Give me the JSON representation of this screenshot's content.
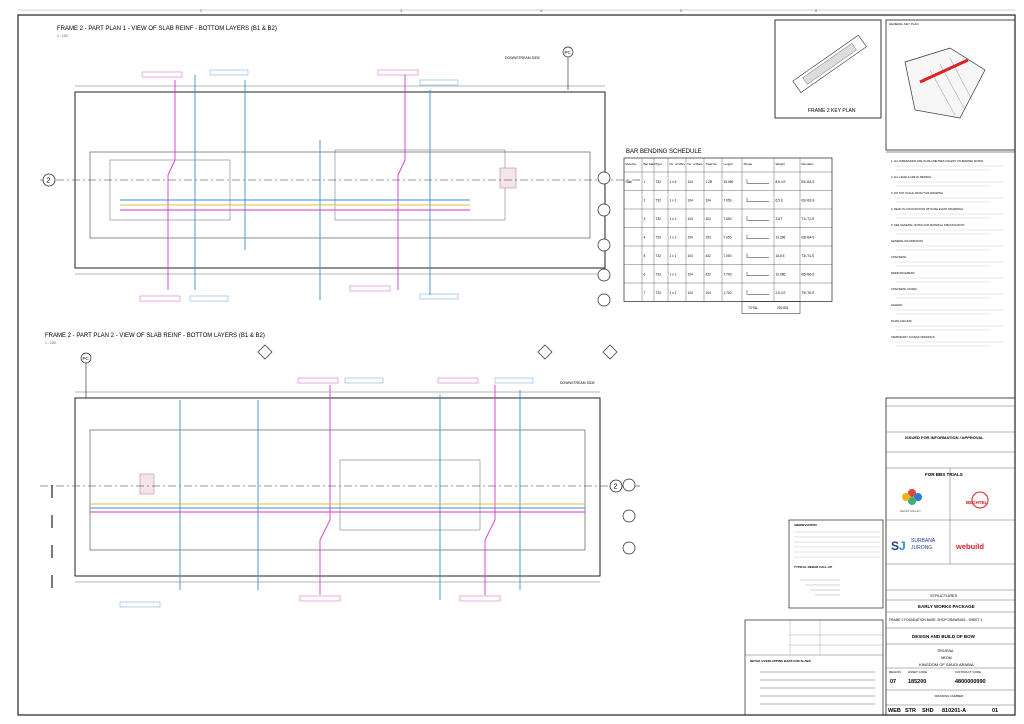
{
  "plan1": {
    "title": "FRAME 2 - PART PLAN 1 - VIEW OF SLAB REINF - BOTTOM LAYERS (B1 & B2)",
    "scale": "1 : 100",
    "downstream_note": "DOWNSTREAM SIDE",
    "grid_label": "2",
    "marker_label": "PC"
  },
  "plan2": {
    "title": "FRAME 2 - PART PLAN 2 - VIEW OF SLAB REINF - BOTTOM LAYERS (B1 & B2)",
    "scale": "1 : 100",
    "downstream_note": "DOWNSTREAM SIDE",
    "grid_label": "2",
    "marker_label": "PC"
  },
  "key_plan": {
    "title": "FRAME 2 KEY PLAN"
  },
  "general_key_plan": {
    "title": "GENERAL KEY PLAN"
  },
  "schedule": {
    "title": "BAR BENDING SCHEDULE",
    "headers": [
      "Member",
      "Bar Mark",
      "Type",
      "No. of Mbrs",
      "No. of Bars",
      "Total No.",
      "Length",
      "Shape",
      "Weight",
      "Remarks"
    ],
    "rows": [
      [
        "Slab",
        "1",
        "T32",
        "1 x 5",
        "104",
        "1.2B",
        "15.050",
        "",
        "8,5.4 E",
        "B1/-B2-S"
      ],
      [
        "",
        "2",
        "T32",
        "1 x 1",
        "104",
        "104",
        "7.050",
        "",
        "6,5 E",
        "B1/-B2-S"
      ],
      [
        "",
        "3",
        "T32",
        "1 x 1",
        "104",
        "203",
        "7.050",
        "",
        "3.8 T",
        "T1/-T2-S"
      ],
      [
        "",
        "4",
        "T32",
        "1 x 1",
        "194",
        "193",
        "7.050",
        "",
        "10,396",
        "B3/-B4-S"
      ],
      [
        "",
        "5",
        "T32",
        "1 x 1",
        "104",
        "432",
        "7.050",
        "",
        "16,8 E",
        "T3/-T4-S"
      ],
      [
        "",
        "6",
        "T32",
        "1 x 1",
        "104",
        "432",
        "7.700",
        "",
        "10,086",
        "B5/-B6-S"
      ],
      [
        "",
        "7",
        "T32",
        "1 x 1",
        "104",
        "104",
        "1.700",
        "",
        "2,5.4 E",
        "T5/-T6-S"
      ]
    ],
    "total_label": "TOTAL",
    "total_value": "220,831"
  },
  "notes": {
    "lines": [
      "1. ALL DIMENSIONS ARE IN MILLIMETRES UNLESS OTHERWISE NOTED.",
      "2. ALL LEVELS ARE IN METRES.",
      "3. DO NOT SCALE FROM THIS DRAWING.",
      "4. READ IN CONJUNCTION WITH RELEVANT DRAWINGS.",
      "5. SEE GENERAL NOTES FOR MATERIAL SPECIFICATION.",
      "GENERAL INFORMATION",
      "CONCRETE:",
      "REINFORCEMENT:",
      "CONCRETE COVER:",
      "LEGEND:",
      "PLATE ANCHOR",
      "TEMPORARY ACCESS OPENINGS"
    ]
  },
  "title_block": {
    "issued": "ISSUED FOR INFORMATION / APPROVAL",
    "purpose": "FOR BBS TRIALS",
    "client_logo_text": "NEOM VALLEY",
    "pmc_logo": "BECHTEL",
    "consultant_logo_a": "SURBANA",
    "consultant_logo_b": "JURONG",
    "contractor_logo": "webuild",
    "discipline": "STRUCTURES",
    "package": "EARLY WORKS PACKAGE",
    "drawing_title": "FRAME 2 FOUNDATION BASE: SHOP DRAWINGS - SHEET 1",
    "project": "DESIGN AND BUILD OF BOW",
    "location": "TROJENA",
    "region_name": "NEOM",
    "country": "KINGDOM OF SAUDI ARABIA",
    "code_labels": [
      "REGION",
      "ASSET CODE",
      "CONTRACT CODE"
    ],
    "codes": [
      "07",
      "185200",
      "4800000990"
    ],
    "drawing_number_label": "DRAWING NUMBER",
    "drawing_number": [
      "WEB",
      "STR",
      "SHD",
      "810201-A",
      "01"
    ]
  },
  "abbreviation_box": {
    "title": "ABBREVIATION",
    "callout": "TYPICAL REBAR CALL-UP"
  },
  "detail_box": {
    "title": "DETAIL OVERLAPPING BARS FOR SLABS"
  }
}
